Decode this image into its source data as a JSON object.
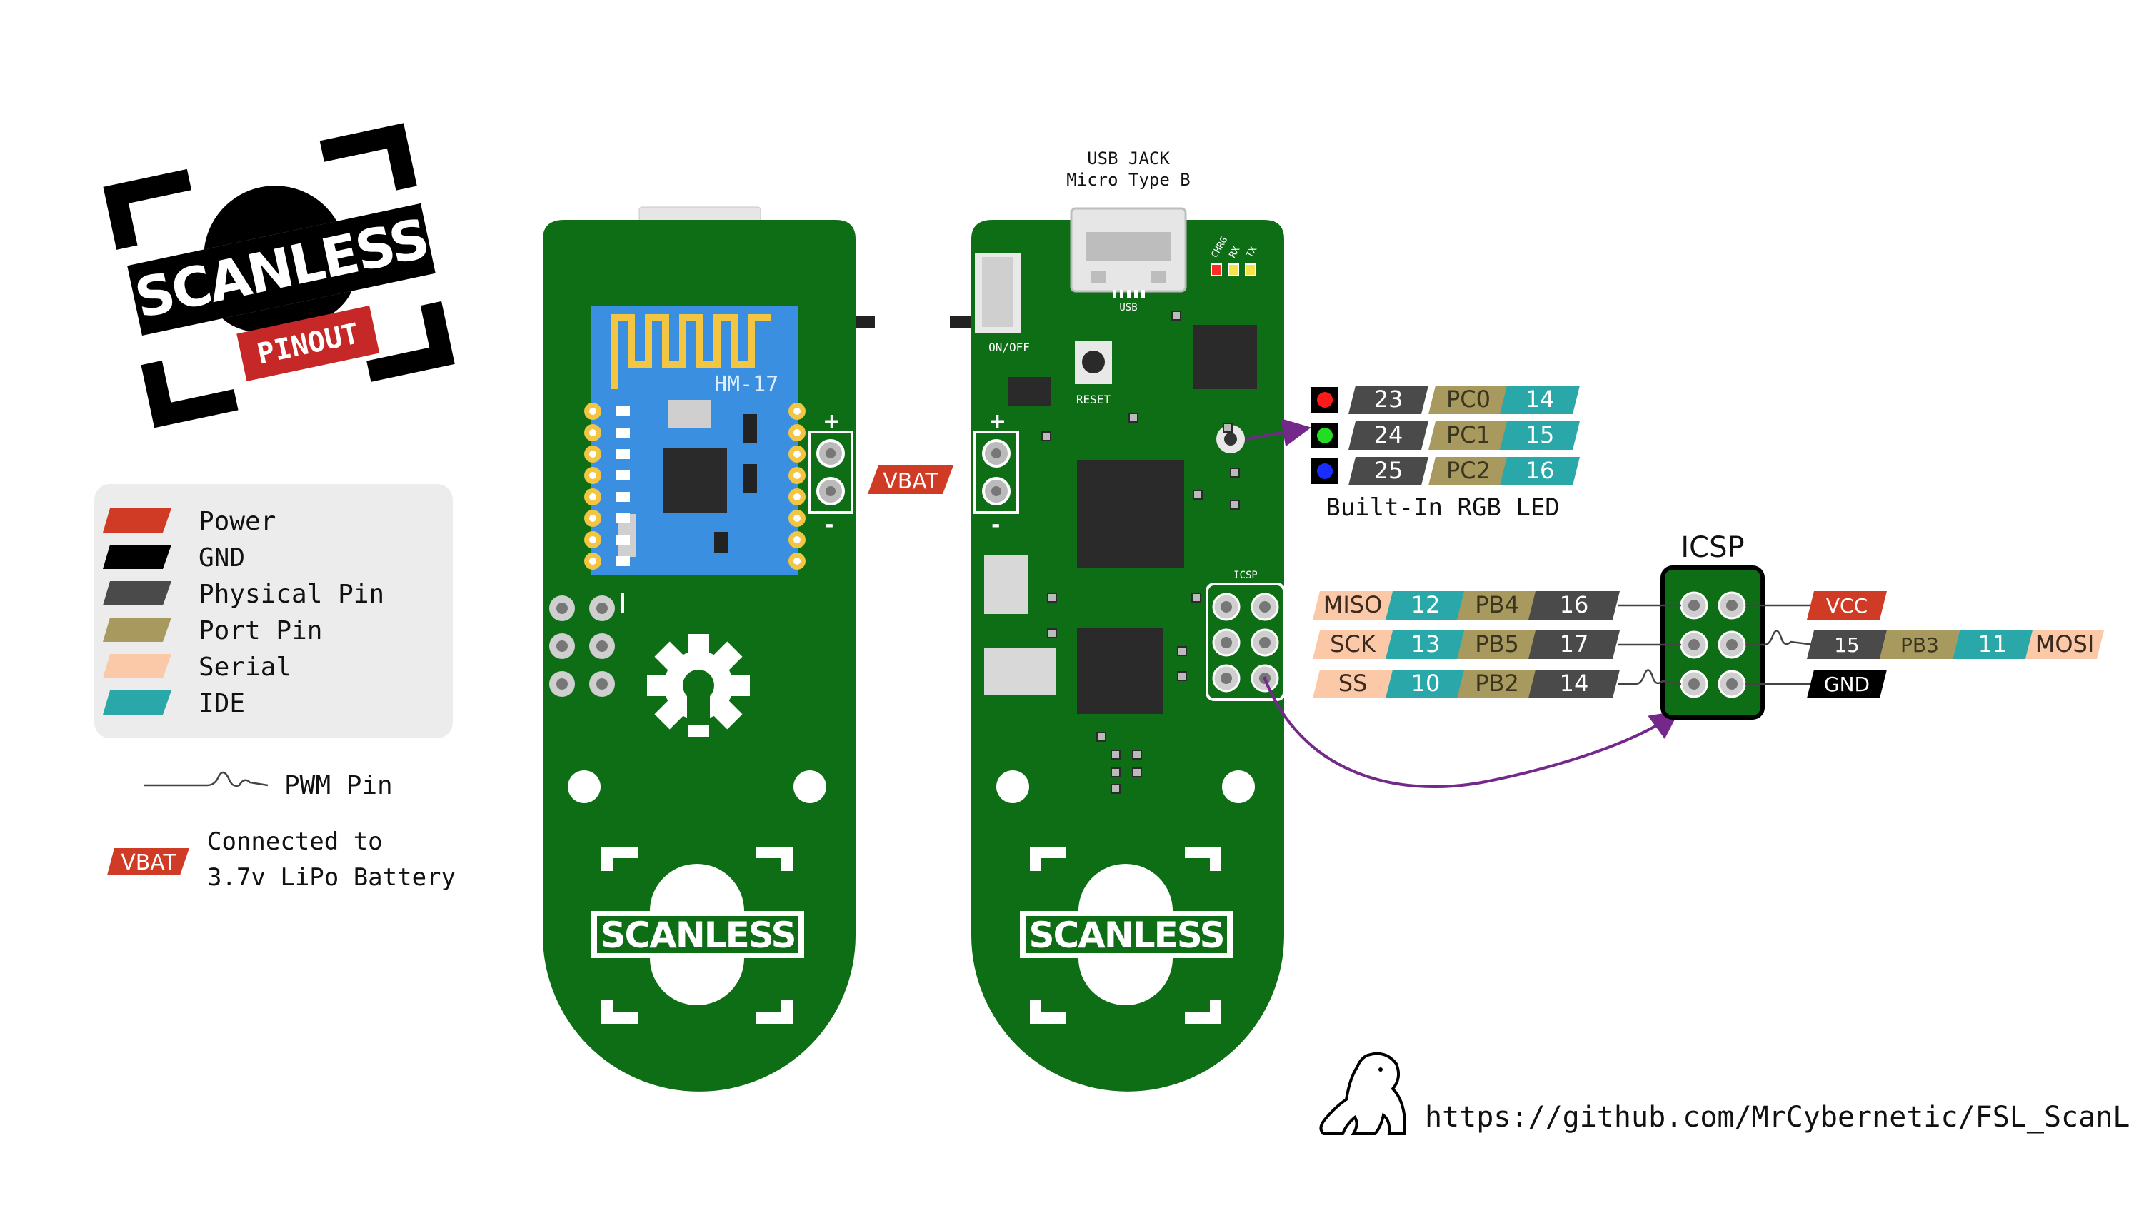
{
  "logo": {
    "brand": "SCANLESS",
    "tag": "PINOUT"
  },
  "legend": {
    "items": [
      {
        "label": "Power",
        "color": "#cf3b25"
      },
      {
        "label": "GND",
        "color": "#000000"
      },
      {
        "label": "Physical Pin",
        "color": "#4a4a4a"
      },
      {
        "label": "Port Pin",
        "color": "#a89a5e"
      },
      {
        "label": "Serial",
        "color": "#fcc9a8"
      },
      {
        "label": "IDE",
        "color": "#2aa7a8"
      }
    ],
    "pwm_label": "PWM Pin",
    "vbat_badge": "VBAT",
    "vbat_note_line1": "Connected to",
    "vbat_note_line2": "3.7v LiPo Battery"
  },
  "board_back": {
    "module_label": "HM-17",
    "vbat_label": "VBAT",
    "plus": "+",
    "minus": "-",
    "logo_text": "SCANLESS"
  },
  "board_front": {
    "usb_title_line1": "USB JACK",
    "usb_title_line2": "Micro Type B",
    "usb_silk": "USB",
    "onoff": "ON/OFF",
    "reset": "RESET",
    "icsp_silk": "ICSP",
    "led_silk": [
      "CHRG",
      "RX",
      "TX"
    ],
    "plus": "+",
    "minus": "-",
    "logo_text": "SCANLESS"
  },
  "rgb": {
    "title": "Built-In RGB LED",
    "rows": [
      {
        "led_color": "#ff1a1a",
        "physical": "23",
        "port": "PC0",
        "ide": "14"
      },
      {
        "led_color": "#22dd22",
        "physical": "24",
        "port": "PC1",
        "ide": "15"
      },
      {
        "led_color": "#1a2dff",
        "physical": "25",
        "port": "PC2",
        "ide": "16"
      }
    ]
  },
  "icsp": {
    "title": "ICSP",
    "left_rows": [
      {
        "serial": "MISO",
        "ide": "12",
        "port": "PB4",
        "physical": "16"
      },
      {
        "serial": "SCK",
        "ide": "13",
        "port": "PB5",
        "physical": "17"
      },
      {
        "serial": "SS",
        "ide": "10",
        "port": "PB2",
        "physical": "14"
      }
    ],
    "right_rows": [
      {
        "power": "VCC"
      },
      {
        "physical": "15",
        "port": "PB3",
        "ide": "11",
        "serial": "MOSI"
      },
      {
        "gnd": "GND"
      }
    ]
  },
  "footer": {
    "url": "https://github.com/MrCybernetic/FSL_ScanLess"
  },
  "colors": {
    "pcb": "#0e6e16",
    "pcb_dark": "#0a5a12",
    "module_blue": "#3b8fe0",
    "purple": "#74288a",
    "pad": "#f2c542",
    "power": "#cf3b25",
    "gnd": "#000000",
    "physical": "#4a4a4a",
    "port": "#a89a5e",
    "serial": "#fcc9a8",
    "ide": "#2aa7a8"
  }
}
